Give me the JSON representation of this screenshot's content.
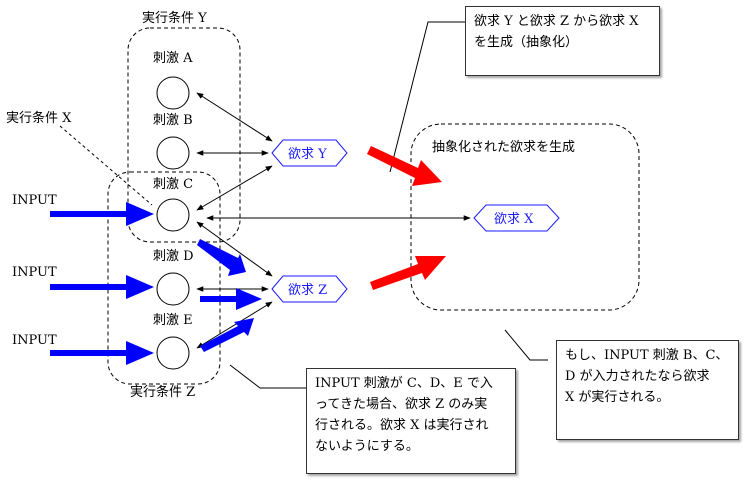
{
  "labels": {
    "cond_y": "実行条件 Y",
    "cond_x": "実行条件 X",
    "cond_z": "実行条件 Z",
    "stim_a": "刺激 A",
    "stim_b": "刺激 B",
    "stim_c": "刺激 C",
    "stim_d": "刺激 D",
    "stim_e": "刺激 E",
    "input": "INPUT",
    "desire_y": "欲求 Y",
    "desire_z": "欲求 Z",
    "desire_x": "欲求 X",
    "abstract_region": "抽象化された欲求を生成"
  },
  "callouts": {
    "top": [
      "欲求 Y と欲求 Z から欲求 X",
      "を生成（抽象化）"
    ],
    "bottom_left": [
      "INPUT 刺激が C、D、E で入",
      "ってきた場合、欲求 Z のみ実",
      "行される。欲求 X は実行され",
      "ないようにする。"
    ],
    "bottom_right": [
      "もし、INPUT 刺激 B、C、",
      "D が入力されたなら欲求",
      "X が実行される。"
    ]
  },
  "colors": {
    "input_arrow": "#0000ff",
    "abstraction_arrow": "#ff0000",
    "desire_text": "#1a1aff"
  }
}
